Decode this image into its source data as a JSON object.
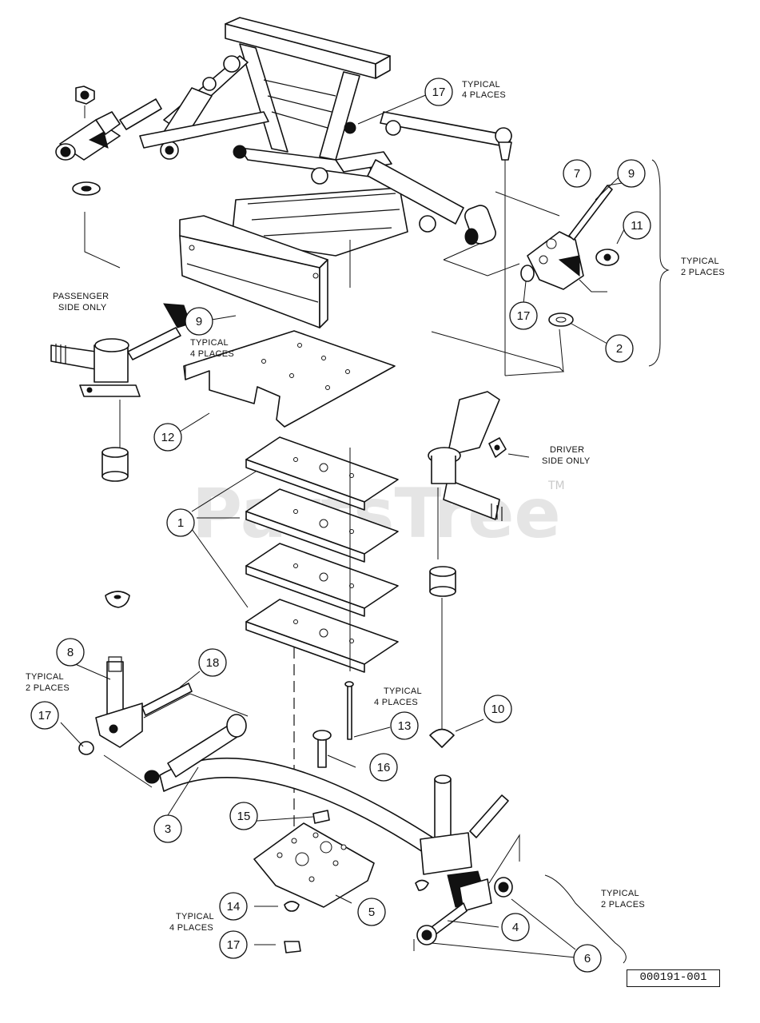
{
  "watermark": {
    "brand": "PartsTree",
    "trademark": "TM"
  },
  "reference_code": "000191-001",
  "callouts": [
    {
      "id": "c1",
      "label": "1"
    },
    {
      "id": "c2",
      "label": "2"
    },
    {
      "id": "c3",
      "label": "3"
    },
    {
      "id": "c4",
      "label": "4"
    },
    {
      "id": "c5",
      "label": "5"
    },
    {
      "id": "c6",
      "label": "6"
    },
    {
      "id": "c7",
      "label": "7"
    },
    {
      "id": "c8",
      "label": "8"
    },
    {
      "id": "c9a",
      "label": "9"
    },
    {
      "id": "c9b",
      "label": "9"
    },
    {
      "id": "c10",
      "label": "10"
    },
    {
      "id": "c11",
      "label": "11"
    },
    {
      "id": "c12",
      "label": "12"
    },
    {
      "id": "c13",
      "label": "13"
    },
    {
      "id": "c14",
      "label": "14"
    },
    {
      "id": "c15",
      "label": "15"
    },
    {
      "id": "c16",
      "label": "16"
    },
    {
      "id": "c17a",
      "label": "17"
    },
    {
      "id": "c17b",
      "label": "17"
    },
    {
      "id": "c17c",
      "label": "17"
    },
    {
      "id": "c17d",
      "label": "17"
    },
    {
      "id": "c18",
      "label": "18"
    }
  ],
  "notes": {
    "typical_4_top": [
      "TYPICAL",
      "4 PLACES"
    ],
    "typical_2_right": [
      "TYPICAL",
      "2 PLACES"
    ],
    "passenger_side": [
      "PASSENGER",
      "SIDE ONLY"
    ],
    "typical_4_mid": [
      "TYPICAL",
      "4 PLACES"
    ],
    "driver_side": [
      "DRIVER",
      "SIDE ONLY"
    ],
    "typical_2_left": [
      "TYPICAL",
      "2 PLACES"
    ],
    "typical_4_bolt": [
      "TYPICAL",
      "4 PLACES"
    ],
    "typical_2_bottom": [
      "TYPICAL",
      "2 PLACES"
    ],
    "typical_4_bottom": [
      "TYPICAL",
      "4 PLACES"
    ]
  }
}
